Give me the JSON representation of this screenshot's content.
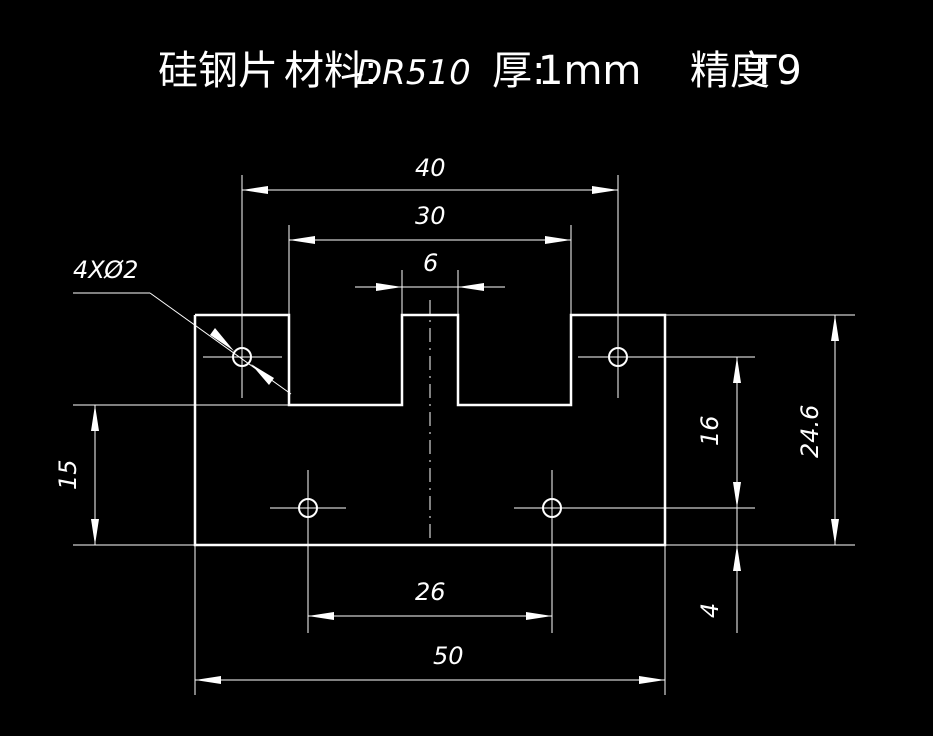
{
  "title": {
    "part_name": "硅钢片",
    "material_label": "材料:",
    "material_value": "DR510",
    "thickness_label": "厚:",
    "thickness_value": "1mm",
    "precision_label": "精度",
    "precision_value": "T9"
  },
  "dimensions": {
    "overall_width_top": "40",
    "inner_span": "30",
    "slot_width": "6",
    "hole_callout": "4XØ2",
    "left_height": "15",
    "hole_spacing_vertical": "16",
    "overall_height": "24.6",
    "bottom_hole_spacing": "26",
    "overall_width": "50",
    "bottom_offset": "4"
  }
}
